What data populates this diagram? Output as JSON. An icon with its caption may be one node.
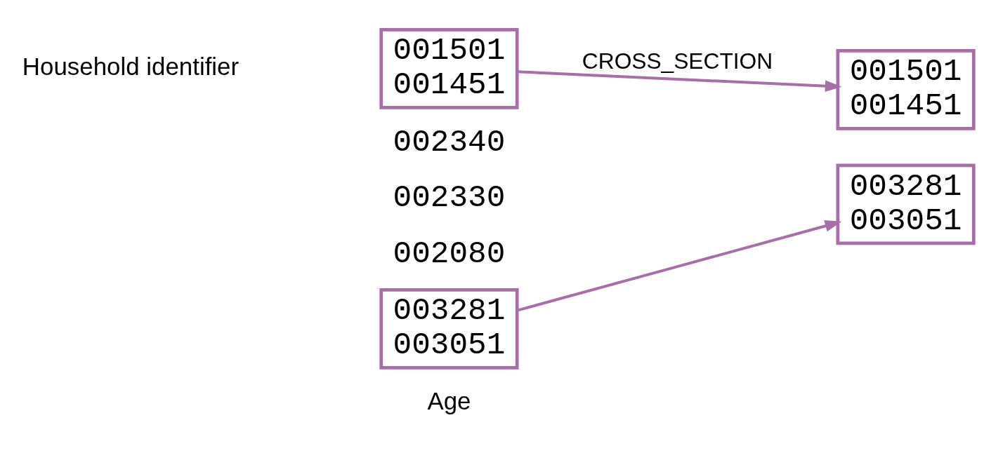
{
  "diagram": {
    "nodes": [
      {
        "text": [
          "001501",
          "001451"
        ]
      },
      {
        "text": [
          "003281",
          "003051"
        ]
      },
      {
        "text": [
          "001501",
          "001451"
        ]
      },
      {
        "text": [
          "003281",
          "003051"
        ]
      }
    ],
    "edges": [
      {
        "from": 0,
        "to": 2,
        "arrow": "to",
        "label": "CROSS_SECTION"
      },
      {
        "from": 1,
        "to": 3,
        "arrow": "to"
      }
    ],
    "labels": [
      "Household identifier",
      "002340",
      "002330",
      "002080",
      "Age"
    ]
  }
}
